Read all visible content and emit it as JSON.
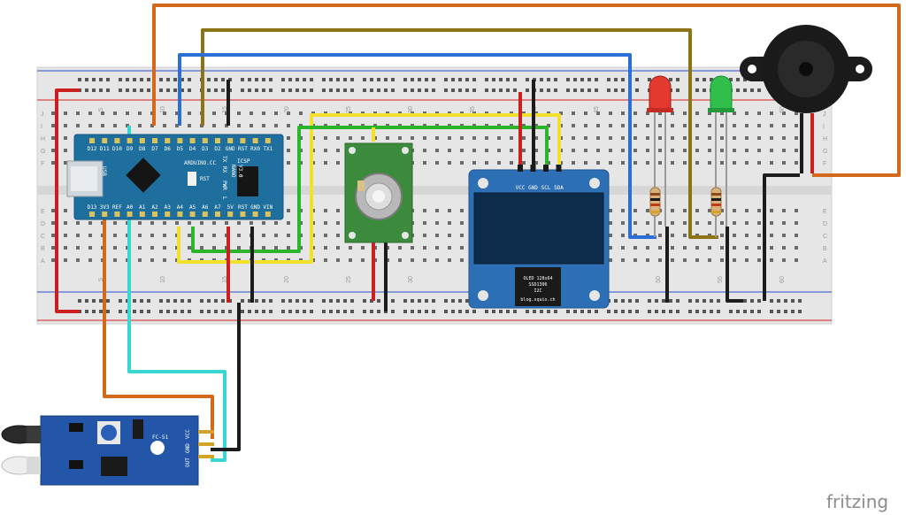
{
  "brand": "fritzing",
  "breadboard": {
    "column_numbers": [
      "5",
      "10",
      "15",
      "20",
      "25",
      "30",
      "35",
      "40",
      "45",
      "50",
      "55",
      "60"
    ],
    "row_letters_top": [
      "J",
      "I",
      "H",
      "G",
      "F"
    ],
    "row_letters_bottom": [
      "E",
      "D",
      "C",
      "B",
      "A"
    ]
  },
  "arduino": {
    "top_pins": [
      "D12",
      "D11",
      "D10",
      "D9",
      "D8",
      "D7",
      "D6",
      "D5",
      "D4",
      "D3",
      "D2",
      "GND",
      "RST",
      "RX0",
      "TX1"
    ],
    "bottom_pins": [
      "D13",
      "3V3",
      "REF",
      "A0",
      "A1",
      "A2",
      "A3",
      "A4",
      "A5",
      "A6",
      "A7",
      "5V",
      "RST",
      "GND",
      "VIN"
    ],
    "brand_text": "ARDUINO.CC",
    "model_text": "NANO",
    "version_text": "V3.0",
    "usb_label": "USB",
    "icsp_label": "ICSP",
    "rst_label": "RST",
    "led_labels": [
      "TX",
      "RX",
      "PWR",
      "L"
    ]
  },
  "oled": {
    "pin_labels": [
      "VCC",
      "GND",
      "SCL",
      "SDA"
    ],
    "chip_lines": [
      "OLED 128x64",
      "SSD1306",
      "I2C",
      "blog.squix.ch"
    ]
  },
  "ir_sensor": {
    "model": "FC-51",
    "pin_labels": [
      "OUT",
      "GND",
      "VCC"
    ]
  },
  "colors": {
    "wire_red": "#cc1f1f",
    "wire_black": "#1c1c1c",
    "wire_orange": "#d4691b",
    "wire_blue": "#2b6fd6",
    "wire_olive": "#8c7416",
    "wire_yellow": "#f1e12a",
    "wire_green": "#2bb52b",
    "wire_cyan": "#3ad7d2",
    "board_teal": "#1f6f9e",
    "oled_blue": "#2c6fb5",
    "ir_blue": "#2356a8",
    "gas_green": "#3c8a3c",
    "led_red": "#e23a2f",
    "led_green": "#2fbf4a"
  },
  "icons": [
    "breadboard",
    "arduino-nano",
    "gas-sensor",
    "oled-display",
    "led-red",
    "led-green",
    "resistor",
    "buzzer",
    "ir-sensor"
  ]
}
